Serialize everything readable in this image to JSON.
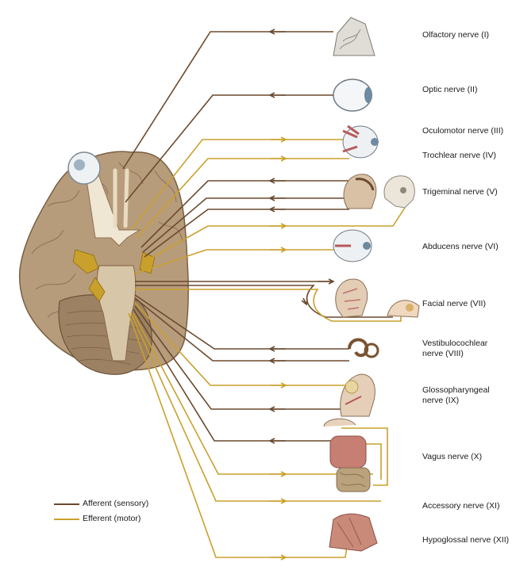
{
  "colors": {
    "afferent": "#6b4a2e",
    "efferent": "#c9a02c"
  },
  "legend": {
    "afferent": "Afferent (sensory)",
    "efferent": "Efferent (motor)"
  },
  "nerves": [
    {
      "label": "Olfactory nerve (I)"
    },
    {
      "label": "Optic nerve (II)"
    },
    {
      "label": "Oculomotor nerve (III)"
    },
    {
      "label": "Trochlear nerve (IV)"
    },
    {
      "label": "Trigeminal nerve (V)"
    },
    {
      "label": "Abducens nerve (VI)"
    },
    {
      "label": "Facial nerve (VII)"
    },
    {
      "label": "Vestibulocochlear",
      "label2": "nerve (VIII)"
    },
    {
      "label": "Glossopharyngeal",
      "label2": "nerve (IX)"
    },
    {
      "label": "Vagus nerve (X)"
    },
    {
      "label": "Accessory nerve (XI)"
    },
    {
      "label": "Hypoglossal nerve (XII)"
    }
  ]
}
